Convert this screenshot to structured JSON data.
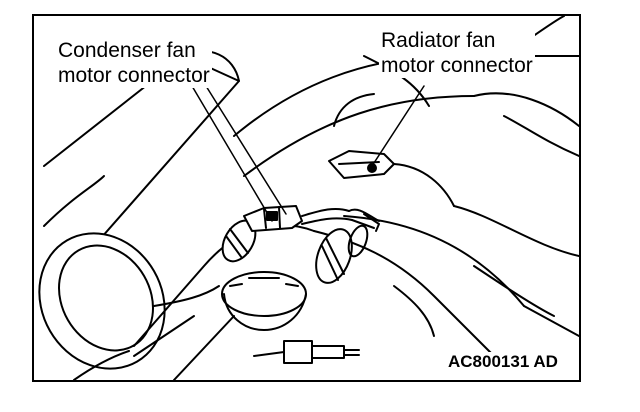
{
  "labels": {
    "condenser": [
      "Condenser fan",
      "motor connector"
    ],
    "radiator": [
      "Radiator fan",
      "motor connector"
    ]
  },
  "figure_code": "AC800131 AD",
  "colors": {
    "line": "#000000",
    "background": "#ffffff"
  }
}
